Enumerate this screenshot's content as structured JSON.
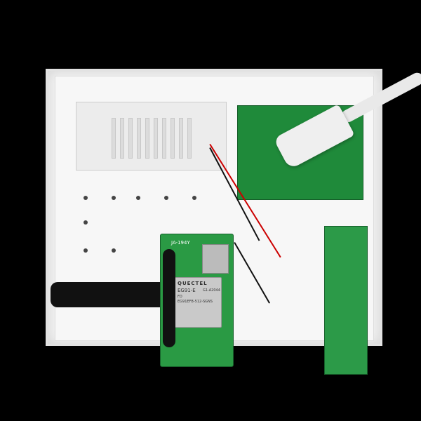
{
  "photo": {
    "module_label": "JA-194Y",
    "chip_brand": "QUECTEL",
    "chip_model": "EG91-E",
    "chip_code": "G1-A2044",
    "chip_line": "FD",
    "chip_part": "EG91EFB-512-SGNS"
  }
}
